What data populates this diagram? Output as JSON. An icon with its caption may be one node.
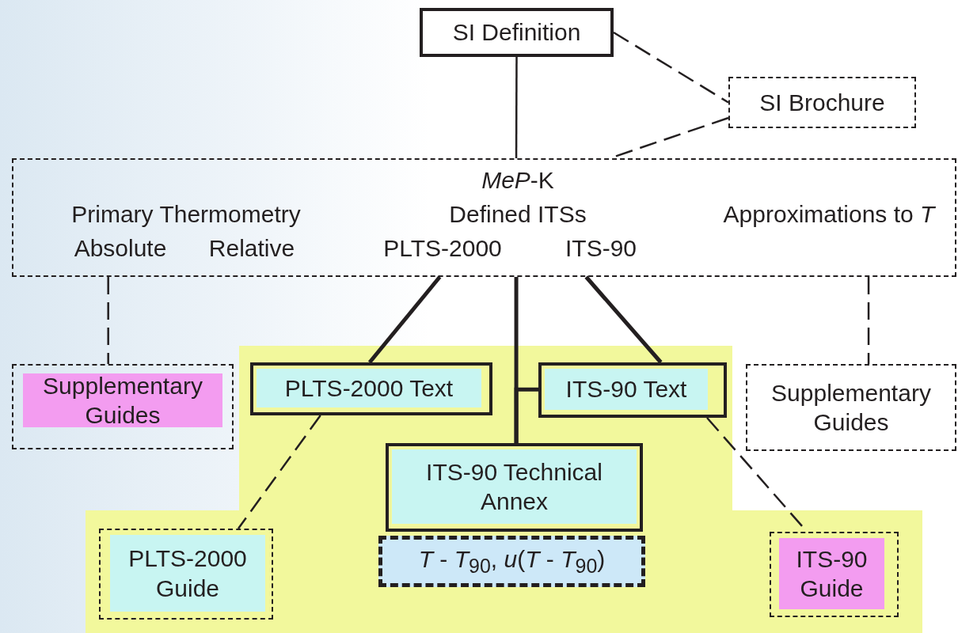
{
  "diagram": {
    "nodes": [
      {
        "text": [
          "SI Definition"
        ]
      },
      {
        "text": [
          "SI Brochure"
        ]
      },
      {
        "text": [
          "*MeP*-K",
          "Primary Thermometry",
          "Defined ITSs",
          "Approximations to *T*",
          "Absolute",
          "Relative",
          "PLTS-2000",
          "ITS-90"
        ]
      },
      {
        "text": [
          "Supplementary Guides"
        ]
      },
      {
        "text": [
          "PLTS-2000 Text"
        ]
      },
      {
        "text": [
          "ITS-90 Text"
        ]
      },
      {
        "text": [
          "Supplementary Guides"
        ]
      },
      {
        "text": [
          "ITS-90 Technical Annex"
        ]
      },
      {
        "text": [
          "*T* - *T*$_{90}$, *u*(*T* - *T*$_{90}$)"
        ]
      },
      {
        "text": [
          "PLTS-2000 Guide"
        ]
      },
      {
        "text": [
          "ITS-90 Guide"
        ]
      }
    ],
    "edges": [
      {
        "from": 0,
        "to": 1,
        "arrow": "none",
        "style": "dashed"
      },
      {
        "from": 1,
        "to": 2,
        "arrow": "none",
        "style": "dashed"
      },
      {
        "from": 0,
        "to": 2,
        "arrow": "none"
      },
      {
        "from": 2,
        "to": 3,
        "arrow": "none",
        "style": "dashed"
      },
      {
        "from": 2,
        "to": 6,
        "arrow": "none",
        "style": "dashed"
      },
      {
        "from": 2,
        "to": 4,
        "arrow": "none",
        "style": "thick"
      },
      {
        "from": 2,
        "to": 7,
        "arrow": "none",
        "style": "thick"
      },
      {
        "from": 7,
        "to": 5,
        "arrow": "none",
        "style": "thick"
      },
      {
        "from": 2,
        "to": 5,
        "arrow": "none",
        "style": "thick"
      },
      {
        "from": 4,
        "to": 9,
        "arrow": "none",
        "style": "dashed"
      },
      {
        "from": 5,
        "to": 10,
        "arrow": "none",
        "style": "dashed"
      }
    ]
  }
}
